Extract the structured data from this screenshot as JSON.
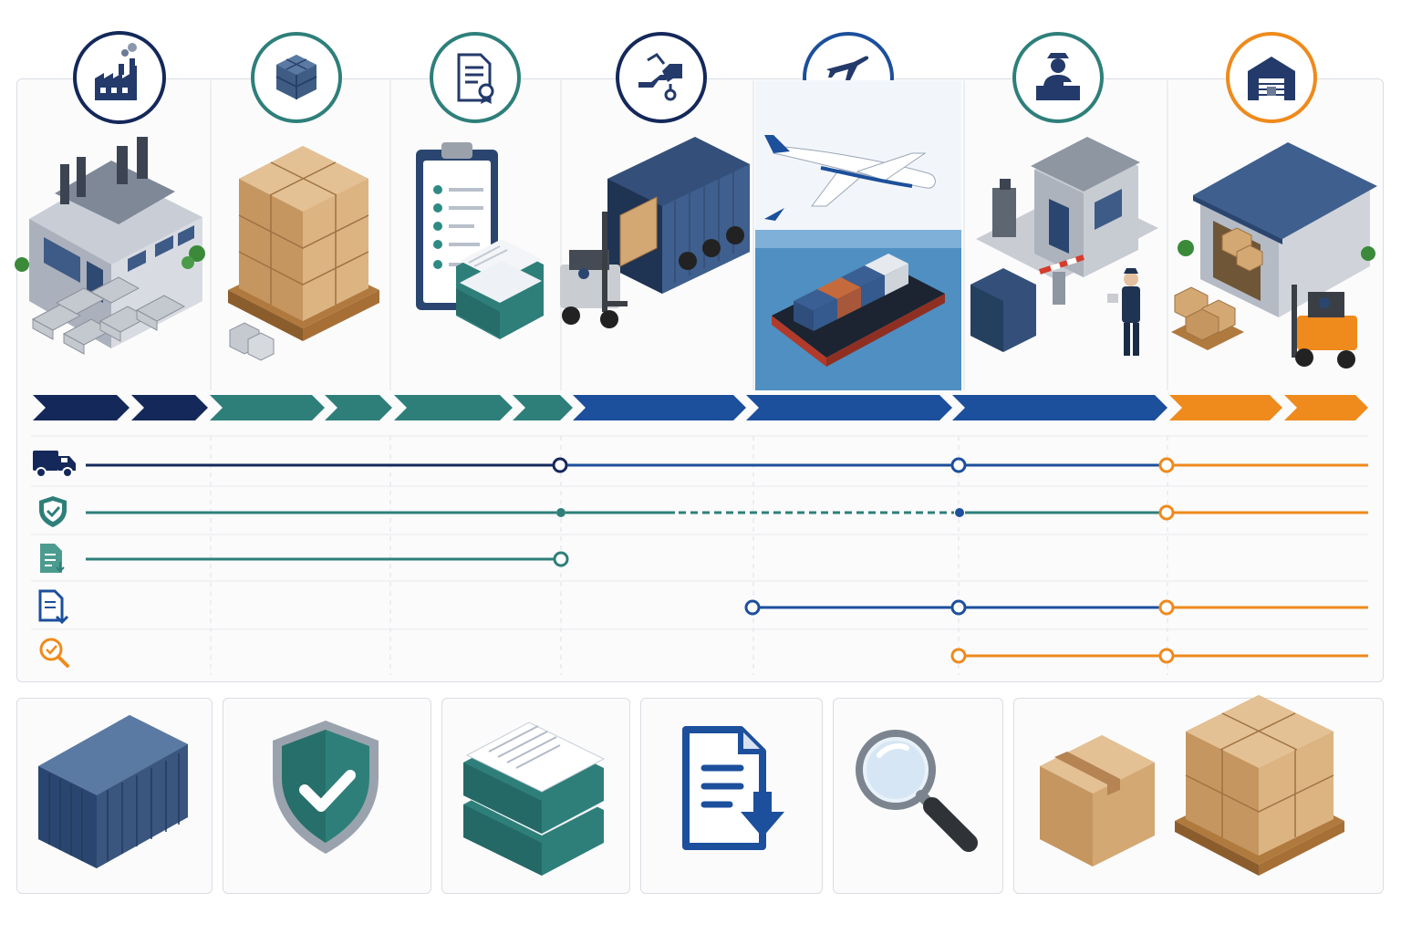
{
  "colors": {
    "navy": "#14285a",
    "teal": "#2e7f7a",
    "blue": "#1c4f9c",
    "orange": "#ef8a1c",
    "container": "#3a567f",
    "cardboard": "#d3a873",
    "pallet": "#c58a46",
    "water": "#4f8fc2",
    "grid": "#d4d8de"
  },
  "stages": [
    {
      "icon": "factory-icon",
      "illustration": "factory-illustration",
      "color": "navy"
    },
    {
      "icon": "boxes-stack-icon",
      "illustration": "palletized-boxes-illustration",
      "color": "teal"
    },
    {
      "icon": "certificate-document-icon",
      "illustration": "clipboard-checklist-illustration",
      "color": "teal"
    },
    {
      "icon": "handover-icon",
      "illustration": "forklift-loading-truck-illustration",
      "color": "blue"
    },
    {
      "icon": "air-sea-freight-icon",
      "illustration": "plane-and-ship-illustration",
      "color": "blue"
    },
    {
      "icon": "customs-officer-icon",
      "illustration": "customs-checkpoint-illustration",
      "color": "blue"
    },
    {
      "icon": "warehouse-icon",
      "illustration": "warehouse-delivery-illustration",
      "color": "orange"
    }
  ],
  "tracks": [
    {
      "icon": "truck-icon"
    },
    {
      "icon": "shield-check-icon"
    },
    {
      "icon": "document-download-icon"
    },
    {
      "icon": "document-arrow-icon"
    },
    {
      "icon": "inspection-magnifier-icon"
    }
  ],
  "bottom_items": [
    {
      "icon": "shipping-container-icon"
    },
    {
      "icon": "insurance-shield-icon"
    },
    {
      "icon": "document-binders-icon"
    },
    {
      "icon": "download-document-icon"
    },
    {
      "icon": "magnifying-glass-icon"
    },
    {
      "icon": "cardboard-boxes-icon"
    }
  ]
}
